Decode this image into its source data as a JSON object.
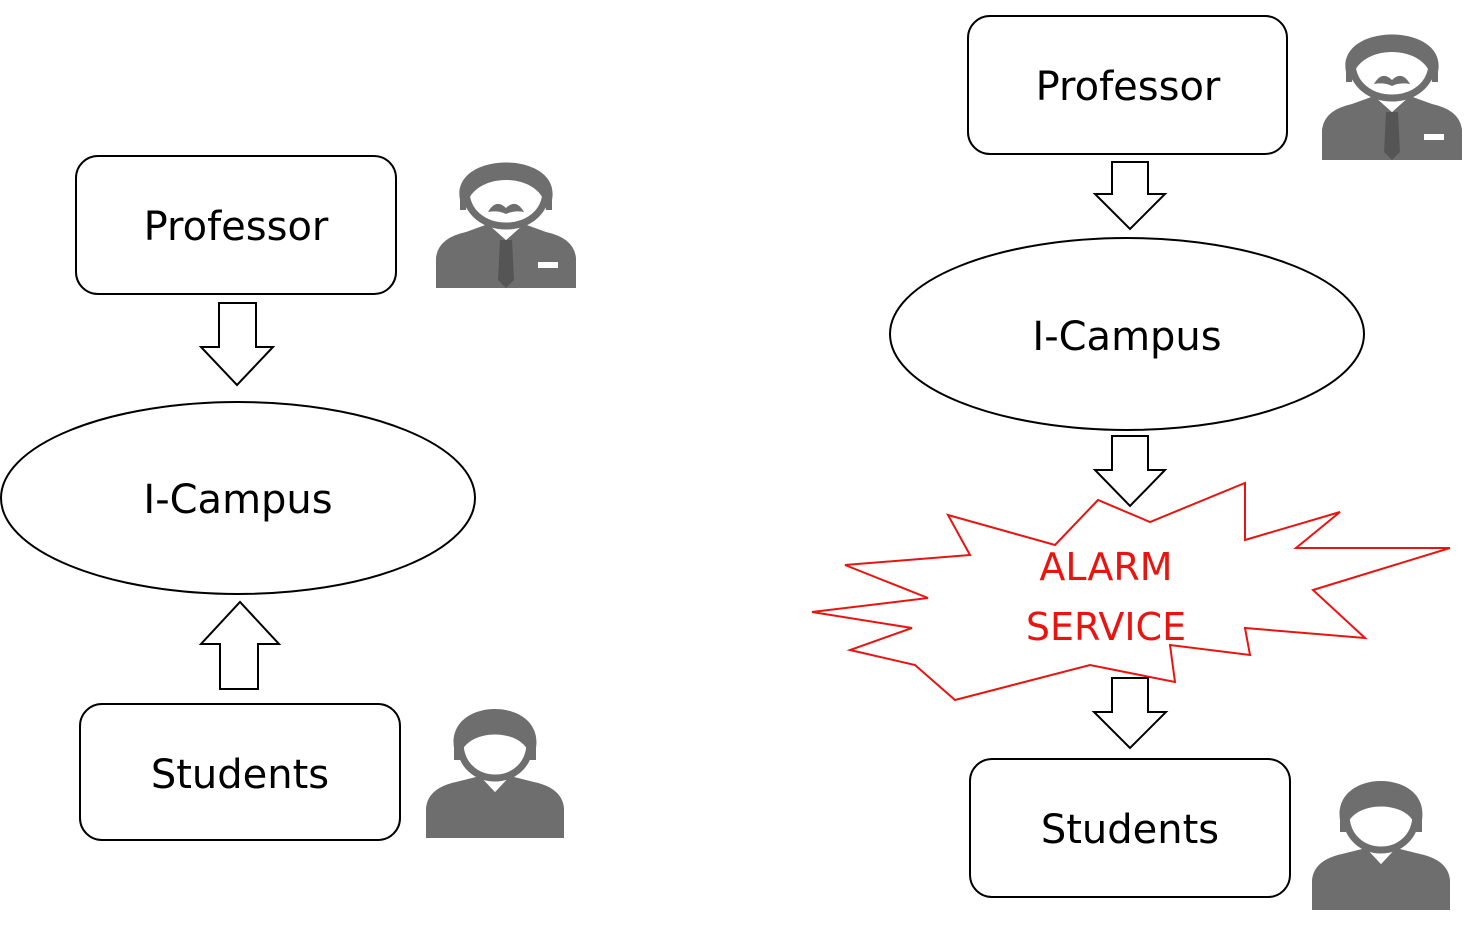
{
  "left_diagram": {
    "professor_label": "Professor",
    "icampus_label": "I-Campus",
    "students_label": "Students"
  },
  "right_diagram": {
    "professor_label": "Professor",
    "icampus_label": "I-Campus",
    "alarm_line1": "ALARM",
    "alarm_line2": "SERVICE",
    "students_label": "Students"
  },
  "colors": {
    "stroke": "#000000",
    "icon_gray": "#6e6e6e",
    "alarm_red": "#e8140f"
  },
  "icons": [
    "professor-icon",
    "student-icon"
  ]
}
